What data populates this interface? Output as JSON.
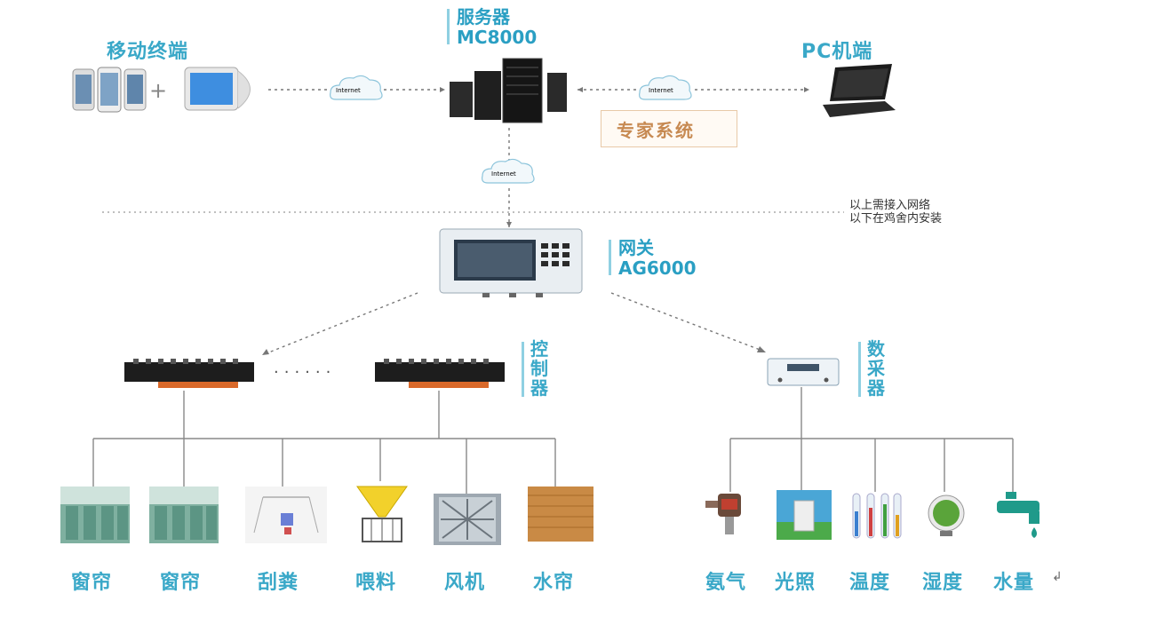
{
  "top": {
    "mobile_label": "移动终端",
    "server_label_1": "服务器",
    "server_label_2": "MC8000",
    "pc_label": "PC机端",
    "expert_label": "专家系统",
    "cloud_left": "Internet",
    "cloud_right": "Internet",
    "cloud_down": "Internet",
    "plus": "+"
  },
  "divider_note": {
    "line1": "以上需接入网络",
    "line2": "以下在鸡舍内安装"
  },
  "gateway": {
    "label_1": "网关",
    "label_2": "AG6000"
  },
  "controller": {
    "chars": [
      "控",
      "制",
      "器"
    ],
    "dots": "......"
  },
  "collector": {
    "chars": [
      "数",
      "采",
      "器"
    ]
  },
  "actuators": [
    {
      "label": "窗帘",
      "icon": "curtain-icon"
    },
    {
      "label": "窗帘",
      "icon": "curtain-icon"
    },
    {
      "label": "刮粪",
      "icon": "manure-scraper-icon"
    },
    {
      "label": "喂料",
      "icon": "feeder-icon"
    },
    {
      "label": "风机",
      "icon": "fan-icon"
    },
    {
      "label": "水帘",
      "icon": "wet-curtain-icon"
    }
  ],
  "sensors": [
    {
      "label": "氨气",
      "icon": "ammonia-sensor-icon"
    },
    {
      "label": "光照",
      "icon": "light-sensor-icon"
    },
    {
      "label": "温度",
      "icon": "thermometer-icon"
    },
    {
      "label": "湿度",
      "icon": "humidity-sensor-icon"
    },
    {
      "label": "水量",
      "icon": "water-tap-icon"
    }
  ],
  "sensor_tail": "↲",
  "colors": {
    "accent": "#3aa8c8",
    "line": "#888888",
    "dotted": "#777777"
  }
}
